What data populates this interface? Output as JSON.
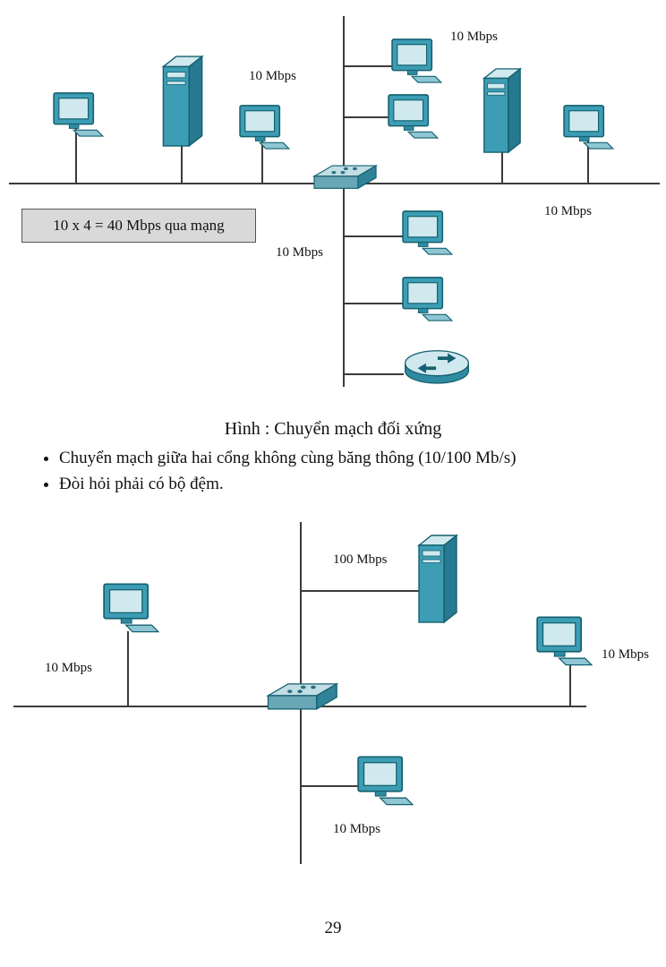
{
  "figure1": {
    "note": "10 x 4 = 40 Mbps qua mạng",
    "labels": {
      "pc_top": "10 Mbps",
      "top_right": "10 Mbps",
      "right": "10 Mbps",
      "below_switch": "10 Mbps"
    }
  },
  "caption": "Hình : Chuyển mạch đối xứng",
  "bullets": [
    "Chuyển mạch giữa hai cổng không cùng băng thông (10/100 Mb/s)",
    "Đòi hỏi phải có bộ đệm."
  ],
  "figure2": {
    "labels": {
      "server": "100 Mbps",
      "left": "10 Mbps",
      "right": "10 Mbps",
      "bottom": "10 Mbps"
    }
  },
  "page_number": "29",
  "colors": {
    "device_teal": "#3d9db4",
    "device_dark_edge": "#14606f",
    "device_light": "#cfe9ef",
    "device_side": "#27798f",
    "line": "#3b3b3b",
    "note_background": "#d9d9d9"
  }
}
